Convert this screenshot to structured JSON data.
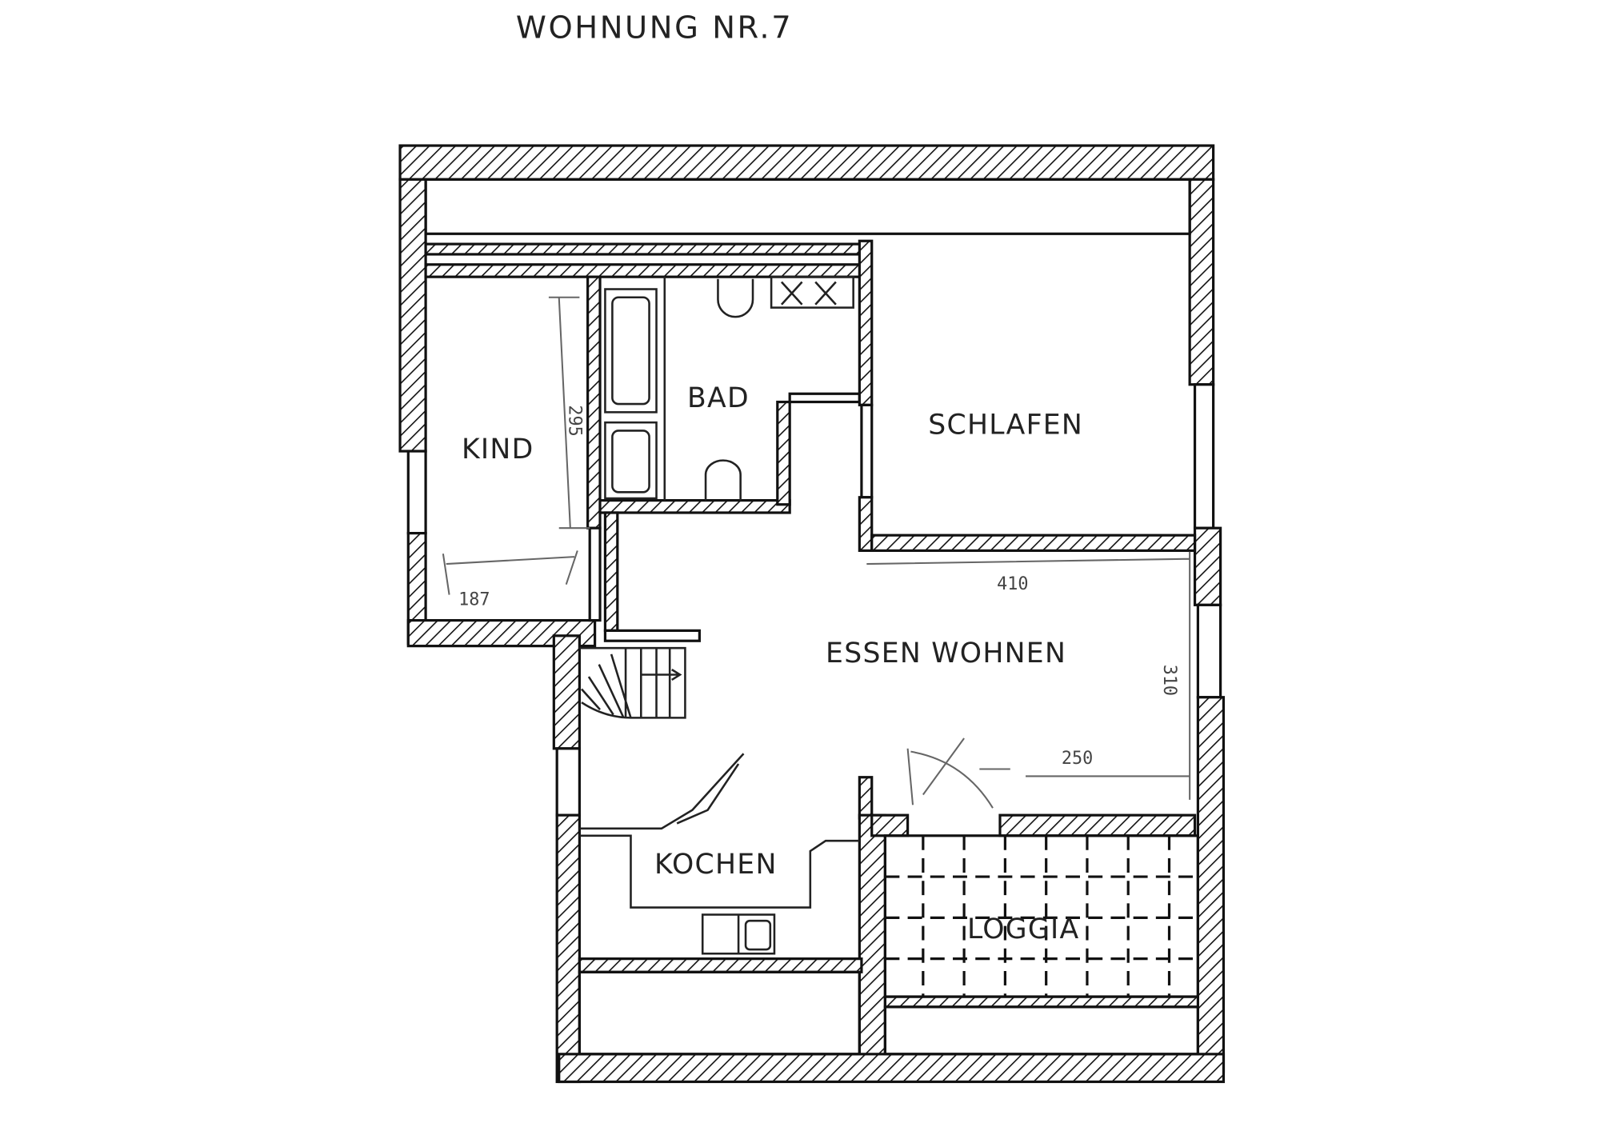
{
  "title": "WOHNUNG NR.7",
  "rooms": {
    "kind": "KIND",
    "bad": "BAD",
    "schlafen": "SCHLAFEN",
    "essen_wohnen": "ESSEN WOHNEN",
    "kochen": "KOCHEN",
    "loggia": "LOGGIA"
  },
  "dimensions": {
    "kind_length": "295",
    "kind_width": "187",
    "wohnen_width": "410",
    "wohnen_depth": "310",
    "wohnen_partial": "250"
  },
  "colors": {
    "ink": "#111111",
    "pencil": "#666666",
    "paper": "#ffffff"
  }
}
